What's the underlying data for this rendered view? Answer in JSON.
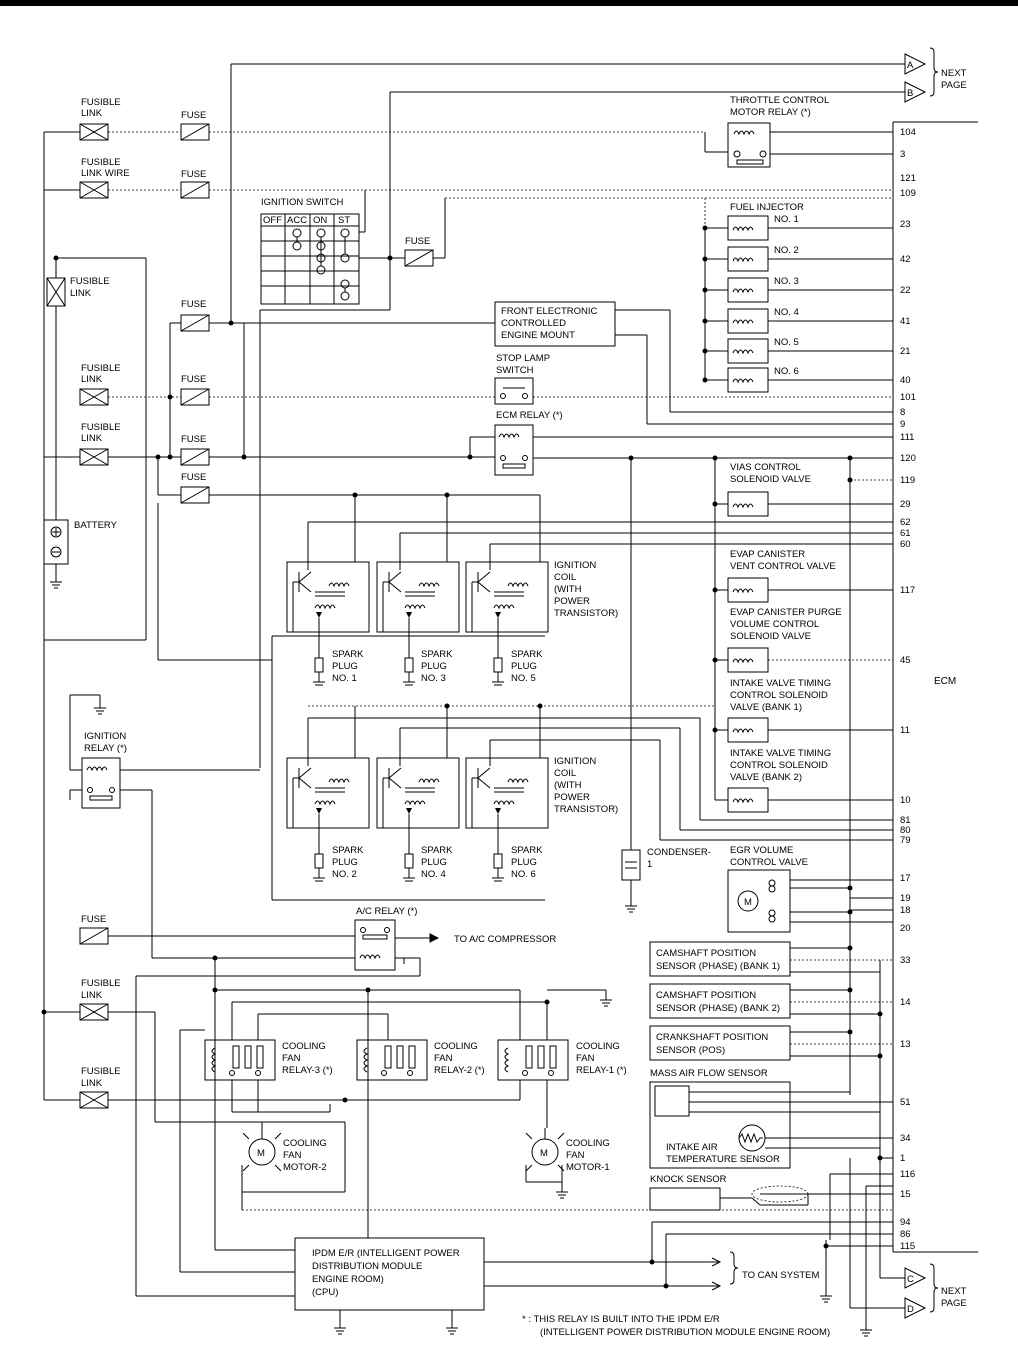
{
  "labels": {
    "fl1": [
      "FUSIBLE",
      "LINK"
    ],
    "fl_wire": [
      "FUSIBLE",
      "LINK WIRE"
    ],
    "fl_main": [
      "FUSIBLE",
      "LINK"
    ],
    "fl2": [
      "FUSIBLE",
      "LINK"
    ],
    "fl3": [
      "FUSIBLE",
      "LINK"
    ],
    "fl4": [
      "FUSIBLE",
      "LINK"
    ],
    "fl5": [
      "FUSIBLE",
      "LINK"
    ],
    "fuse": "FUSE",
    "battery": "BATTERY",
    "ignition_switch": "IGNITION SWITCH",
    "ign_sw_cols": [
      "OFF",
      "ACC",
      "ON",
      "ST"
    ],
    "throttle_relay": [
      "THROTTLE CONTROL",
      "MOTOR RELAY (*)"
    ],
    "fuel_injector": "FUEL INJECTOR",
    "injector_nos": [
      "NO. 1",
      "NO. 2",
      "NO. 3",
      "NO. 4",
      "NO. 5",
      "NO. 6"
    ],
    "front_mount": [
      "FRONT ELECTRONIC",
      "CONTROLLED",
      "ENGINE MOUNT"
    ],
    "stop_lamp": [
      "STOP LAMP",
      "SWITCH"
    ],
    "ecm_relay": "ECM RELAY (*)",
    "vias": [
      "VIAS CONTROL",
      "SOLENOID VALVE"
    ],
    "evap_vent": [
      "EVAP CANISTER",
      "VENT CONTROL VALVE"
    ],
    "evap_purge": [
      "EVAP CANISTER PURGE",
      "VOLUME CONTROL",
      "SOLENOID VALVE"
    ],
    "ivt1": [
      "INTAKE VALVE TIMING",
      "CONTROL SOLENOID",
      "VALVE (BANK 1)"
    ],
    "ivt2": [
      "INTAKE VALVE TIMING",
      "CONTROL SOLENOID",
      "VALVE (BANK 2)"
    ],
    "ign_coil": [
      "IGNITION",
      "COIL",
      "(WITH",
      "POWER",
      "TRANSISTOR)"
    ],
    "spark_plugs_top": [
      [
        "SPARK",
        "PLUG",
        "NO. 1"
      ],
      [
        "SPARK",
        "PLUG",
        "NO. 3"
      ],
      [
        "SPARK",
        "PLUG",
        "NO. 5"
      ]
    ],
    "spark_plugs_bottom": [
      [
        "SPARK",
        "PLUG",
        "NO. 2"
      ],
      [
        "SPARK",
        "PLUG",
        "NO. 4"
      ],
      [
        "SPARK",
        "PLUG",
        "NO. 6"
      ]
    ],
    "condenser": [
      "CONDENSER-",
      "1"
    ],
    "egr": [
      "EGR VOLUME",
      "CONTROL VALVE"
    ],
    "cam1": [
      "CAMSHAFT POSITION",
      "SENSOR (PHASE) (BANK 1)"
    ],
    "cam2": [
      "CAMSHAFT POSITION",
      "SENSOR (PHASE) (BANK 2)"
    ],
    "crank": [
      "CRANKSHAFT POSITION",
      "SENSOR (POS)"
    ],
    "maf": "MASS AIR FLOW SENSOR",
    "iat": [
      "INTAKE AIR",
      "TEMPERATURE SENSOR"
    ],
    "knock": "KNOCK SENSOR",
    "ignition_relay": [
      "IGNITION",
      "RELAY (*)"
    ],
    "ac_relay": "A/C RELAY (*)",
    "to_ac": "TO A/C COMPRESSOR",
    "cf_relay3": [
      "COOLING",
      "FAN",
      "RELAY-3 (*)"
    ],
    "cf_relay2": [
      "COOLING",
      "FAN",
      "RELAY-2 (*)"
    ],
    "cf_relay1": [
      "COOLING",
      "FAN",
      "RELAY-1 (*)"
    ],
    "cf_motor2": [
      "COOLING",
      "FAN",
      "MOTOR-2"
    ],
    "cf_motor1": [
      "COOLING",
      "FAN",
      "MOTOR-1"
    ],
    "ipdm": [
      "IPDM E/R (INTELLIGENT POWER",
      "DISTRIBUTION MODULE",
      "ENGINE ROOM)",
      "(CPU)"
    ],
    "to_can": "TO CAN SYSTEM",
    "footnote": [
      "*  : THIS RELAY IS BUILT INTO THE IPDM E/R",
      "(INTELLIGENT POWER DISTRIBUTION MODULE ENGINE ROOM)"
    ],
    "next_page": [
      "NEXT",
      "PAGE"
    ],
    "connectors": [
      "A",
      "B",
      "C",
      "D"
    ],
    "ecm": "ECM",
    "motor_symbol": "M"
  },
  "ecm_pins": [
    "104",
    "3",
    "121",
    "109",
    "23",
    "42",
    "22",
    "41",
    "21",
    "40",
    "101",
    "8",
    "9",
    "111",
    "120",
    "119",
    "29",
    "62",
    "61",
    "60",
    "117",
    "45",
    "11",
    "10",
    "81",
    "80",
    "79",
    "17",
    "19",
    "18",
    "20",
    "33",
    "14",
    "13",
    "51",
    "34",
    "1",
    "116",
    "15",
    "94",
    "86",
    "115"
  ]
}
